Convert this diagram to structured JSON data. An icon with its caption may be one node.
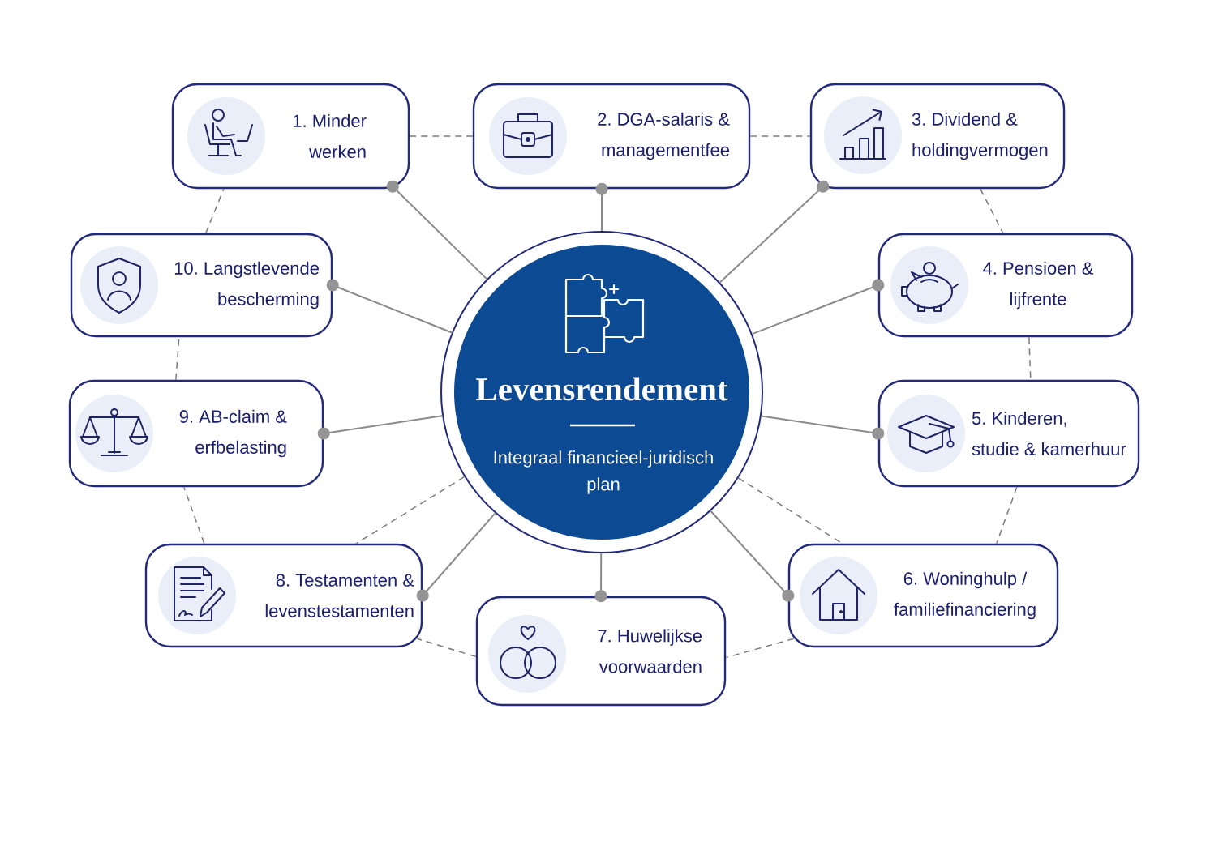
{
  "diagram": {
    "nodes": [
      {
        "text": [
          "Levensrendement",
          "Integraal financieel-juridisch plan"
        ]
      },
      {
        "text": [
          "1. Minder werken"
        ]
      },
      {
        "text": [
          "2. DGA-salaris & managementfee"
        ]
      },
      {
        "text": [
          "3. Dividend & holdingvermogen"
        ]
      },
      {
        "text": [
          "4. Pensioen & lijfrente"
        ]
      },
      {
        "text": [
          "5. Kinderen, studie & kamerhuur"
        ]
      },
      {
        "text": [
          "6. Woninghulp / familiefinanciering"
        ]
      },
      {
        "text": [
          "7. Huwelijkse voorwaarden"
        ]
      },
      {
        "text": [
          "8. Testamenten & levenstestamenten"
        ]
      },
      {
        "text": [
          "9. AB-claim & erfbelasting"
        ]
      },
      {
        "text": [
          "10. Langstlevende bescherming"
        ]
      }
    ],
    "edges": [
      {
        "from": 0,
        "to": 1,
        "arrow": "other"
      },
      {
        "from": 0,
        "to": 2,
        "arrow": "other"
      },
      {
        "from": 0,
        "to": 3,
        "arrow": "other"
      },
      {
        "from": 0,
        "to": 4,
        "arrow": "other"
      },
      {
        "from": 0,
        "to": 5,
        "arrow": "other"
      },
      {
        "from": 0,
        "to": 6,
        "arrow": "other"
      },
      {
        "from": 0,
        "to": 7,
        "arrow": "other"
      },
      {
        "from": 0,
        "to": 8,
        "arrow": "other"
      },
      {
        "from": 0,
        "to": 9,
        "arrow": "other"
      },
      {
        "from": 0,
        "to": 10,
        "arrow": "other"
      },
      {
        "from": 1,
        "to": 2,
        "arrow": "none",
        "style": "dashed"
      },
      {
        "from": 2,
        "to": 3,
        "arrow": "none",
        "style": "dashed"
      },
      {
        "from": 3,
        "to": 4,
        "arrow": "none",
        "style": "dashed"
      },
      {
        "from": 4,
        "to": 5,
        "arrow": "none",
        "style": "dashed"
      },
      {
        "from": 5,
        "to": 6,
        "arrow": "none",
        "style": "dashed"
      },
      {
        "from": 6,
        "to": 7,
        "arrow": "none",
        "style": "dashed"
      },
      {
        "from": 7,
        "to": 8,
        "arrow": "none",
        "style": "dashed"
      },
      {
        "from": 8,
        "to": 9,
        "arrow": "none",
        "style": "dashed"
      },
      {
        "from": 9,
        "to": 10,
        "arrow": "none",
        "style": "dashed"
      },
      {
        "from": 10,
        "to": 1,
        "arrow": "none",
        "style": "dashed"
      },
      {
        "from": 0,
        "to": 8,
        "arrow": "none",
        "style": "dashed"
      },
      {
        "from": 0,
        "to": 6,
        "arrow": "none",
        "style": "dashed"
      }
    ]
  }
}
